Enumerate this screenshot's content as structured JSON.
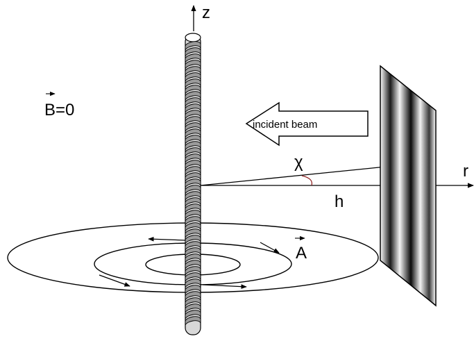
{
  "labels": {
    "z_axis": "z",
    "r_axis": "r",
    "field": "B=0",
    "vector_potential": "A",
    "angle": "χ",
    "distance": "h",
    "beam": "incident beam"
  },
  "colors": {
    "ink": "#000000",
    "coil_fill": "#9a9a9a",
    "angle_arc": "#8b1a1a"
  }
}
